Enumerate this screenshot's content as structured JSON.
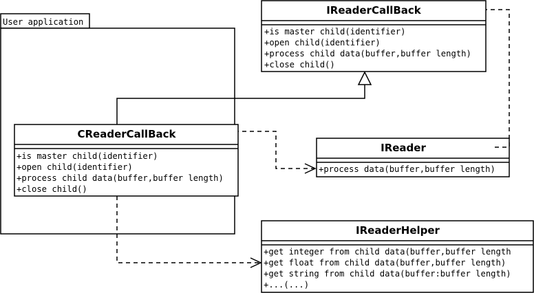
{
  "package": {
    "label": "User application"
  },
  "classes": {
    "ireader_callback": {
      "name": "IReaderCallBack",
      "methods": [
        "+is master child(identifier)",
        "+open child(identifier)",
        "+process child data(buffer,buffer length)",
        "+close child()"
      ]
    },
    "creader_callback": {
      "name": "CReaderCallBack",
      "methods": [
        "+is master child(identifier)",
        "+open child(identifier)",
        "+process child data(buffer,buffer length)",
        "+close child()"
      ]
    },
    "ireader": {
      "name": "IReader",
      "methods": [
        "+process data(buffer,buffer length)"
      ]
    },
    "ireader_helper": {
      "name": "IReaderHelper",
      "methods": [
        "+get integer from child data(buffer,buffer length",
        "+get float from child data(buffer,buffer length)",
        "+get string from child data(buffer:buffer length)",
        "+...(...)"
      ]
    }
  },
  "relations": [
    {
      "type": "realization",
      "from": "CReaderCallBack",
      "to": "IReaderCallBack"
    },
    {
      "type": "dependency",
      "from": "CReaderCallBack",
      "to": "IReader"
    },
    {
      "type": "dependency",
      "from": "IReader",
      "to": "IReaderCallBack"
    },
    {
      "type": "dependency",
      "from": "CReaderCallBack",
      "to": "IReaderHelper"
    }
  ]
}
